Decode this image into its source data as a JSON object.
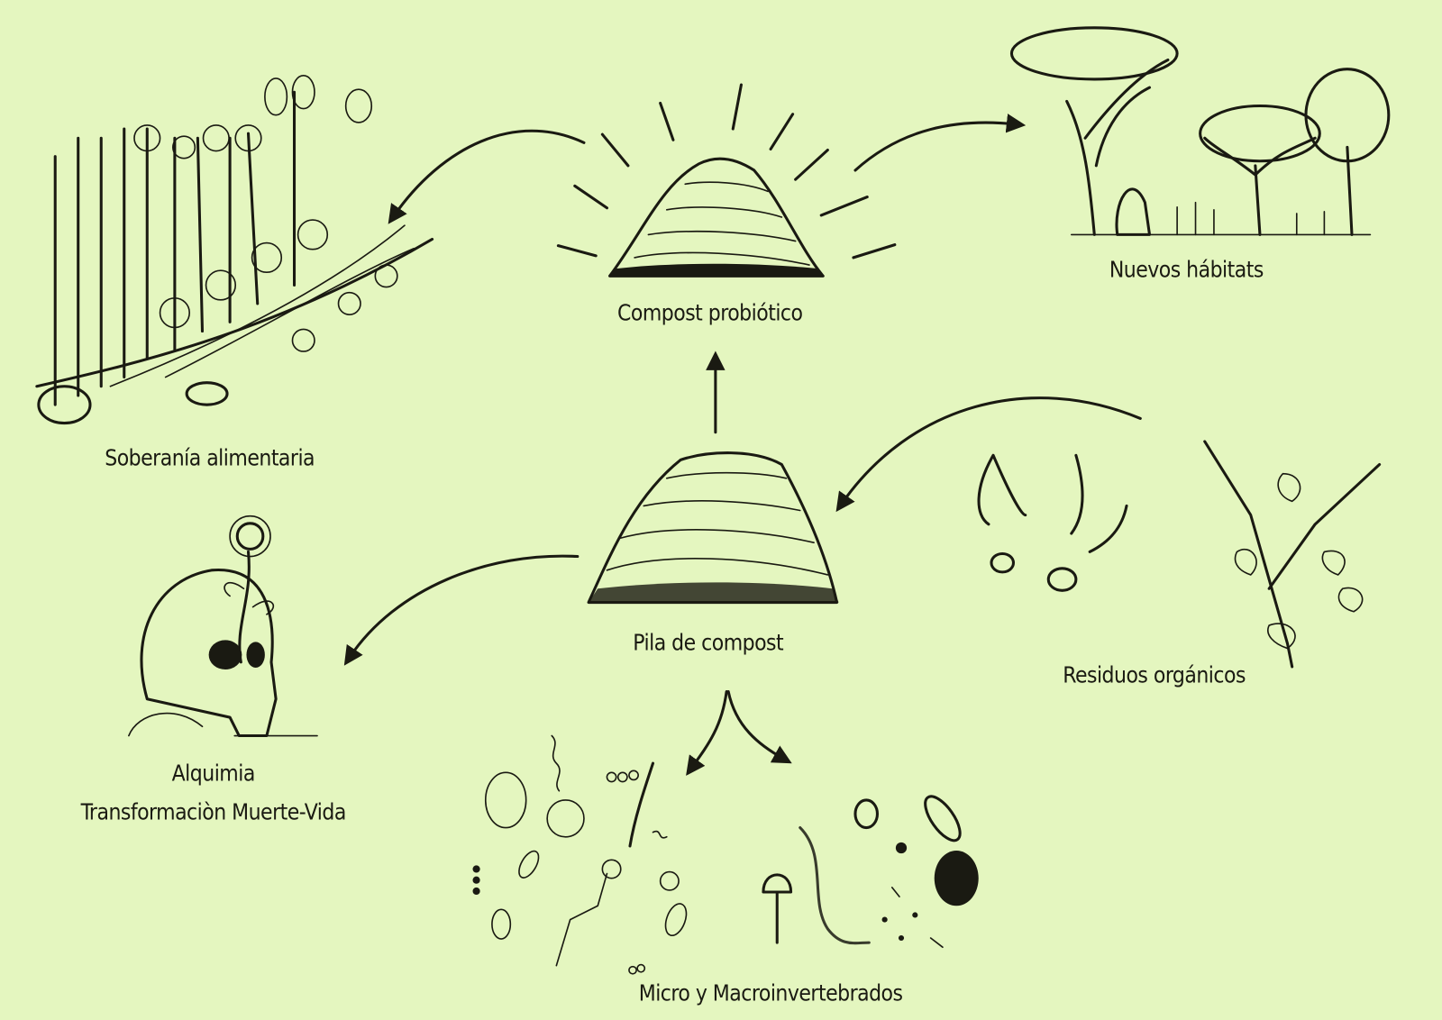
{
  "colors": {
    "background": "#e4f6bf",
    "ink": "#1a1a12"
  },
  "nodes": {
    "compost_probiotico": "Compost probiótico",
    "nuevos_habitats": "Nuevos hábitats",
    "soberania": "Soberanía alimentaria",
    "pila": "Pila de compost",
    "residuos": "Residuos orgánicos",
    "alquimia_1": "Alquimia",
    "alquimia_2": "Transformaciòn Muerte-Vida",
    "micro": "Micro y Macroinvertebrados"
  }
}
